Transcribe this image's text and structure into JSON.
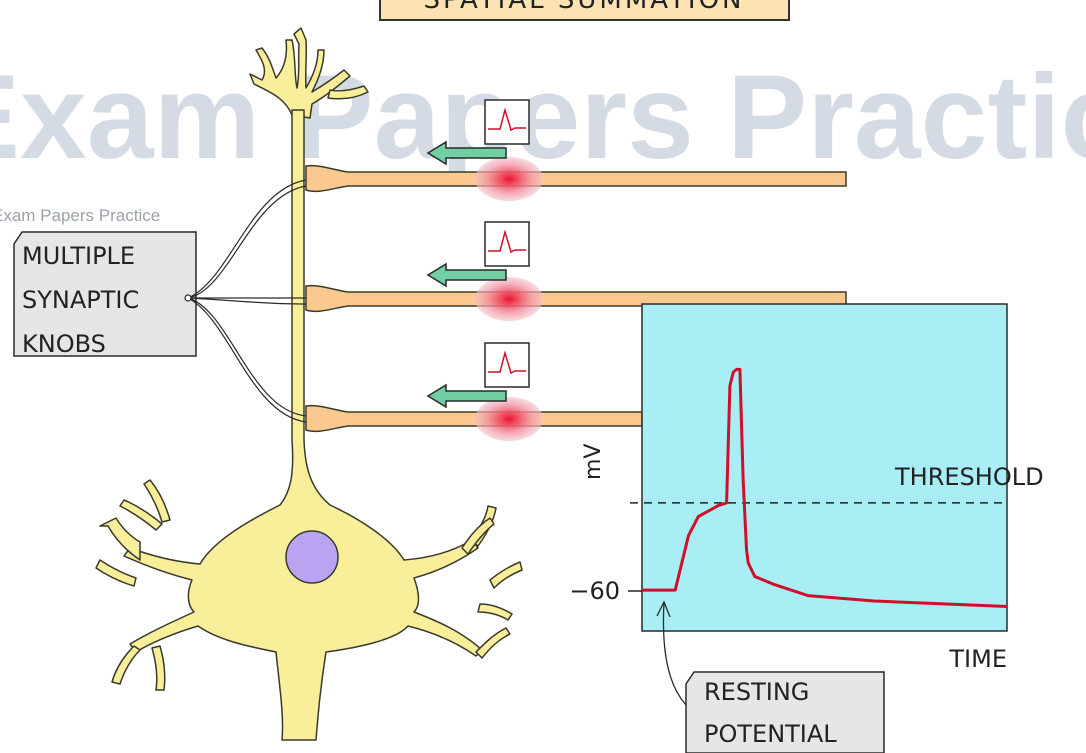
{
  "header": {
    "title": "SPATIAL SUMMATION"
  },
  "watermark": {
    "big": "Exam Papers Practice",
    "small": "Exam Papers Practice"
  },
  "labels": {
    "synaptic_knobs": [
      "MULTIPLE",
      "SYNAPTIC",
      "KNOBS"
    ],
    "resting_potential": [
      "RESTING",
      "POTENTIAL"
    ],
    "threshold": "THRESHOLD",
    "y_axis": "mV",
    "y_tick": "−60",
    "x_axis": "TIME"
  },
  "colors": {
    "neuron_fill": "#f9ee9a",
    "neuron_stroke": "#3a3a2a",
    "nucleus": "#b9a4f2",
    "axon_fill": "#fbc98f",
    "impulse_glow": "#f19aa8",
    "impulse_core": "#e8122f",
    "arrow": "#72cfa3",
    "graph_bg": "#a9eef4",
    "trace": "#d0102a",
    "label_box": "#e6e6e6",
    "header_box": "#fbe3b4",
    "watermark": "#c6d0dc"
  },
  "icons": [
    "action-potential-icon",
    "action-potential-icon",
    "action-potential-icon"
  ],
  "chart_data": {
    "type": "line",
    "title": "",
    "xlabel": "TIME",
    "ylabel": "mV",
    "y_ticks": [
      "−60"
    ],
    "threshold_label": "THRESHOLD",
    "ylim": [
      -75,
      45
    ],
    "series": [
      {
        "x": [
          0,
          5,
          10,
          14,
          17,
          20,
          23,
          25.5,
          26.5,
          27.5,
          28.5,
          29.5,
          30.5,
          31.5,
          32,
          34,
          40,
          50,
          70,
          90,
          110
        ],
        "y": [
          -60,
          -60,
          -60,
          -40,
          -33,
          -31,
          -29,
          -28,
          15,
          20,
          21,
          21,
          -20,
          -45,
          -50,
          -55,
          -58,
          -62,
          -64,
          -65,
          -66
        ]
      }
    ],
    "threshold": -28,
    "grid": false,
    "annotations": [
      "RESTING POTENTIAL"
    ]
  }
}
